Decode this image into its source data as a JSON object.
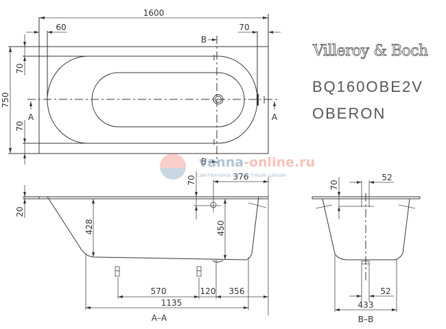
{
  "brand": {
    "manufacturer": "Villeroy & Boch",
    "model_code": "BQ160OBE2V",
    "series": "OBERON"
  },
  "watermark": {
    "site_part1": "vanna",
    "site_part2": "-online.ru",
    "tagline": "сантехника по честным ценам"
  },
  "plan_view": {
    "dims": {
      "overall_length": "1600",
      "overall_width": "750",
      "left_rim": "60",
      "right_rim": "70",
      "top_rim": "70",
      "bottom_rim": "70"
    },
    "section_labels": {
      "a_left": "A",
      "a_right": "A",
      "b_top": "B",
      "b_bottom": "B"
    }
  },
  "section_aa": {
    "title": "A–A",
    "dims": {
      "rim_thickness": "20",
      "depth_left": "428",
      "depth_right": "450",
      "overflow_drop": "70",
      "overflow_offset": "376",
      "foot_spacing": "570",
      "foot_to_drain": "120",
      "drain_to_end": "356",
      "bottom_length": "1135"
    }
  },
  "section_bb": {
    "title": "B–B",
    "dims": {
      "overflow_drop": "70",
      "overflow_width": "52",
      "drain_width": "52",
      "bottom_width": "433"
    }
  }
}
